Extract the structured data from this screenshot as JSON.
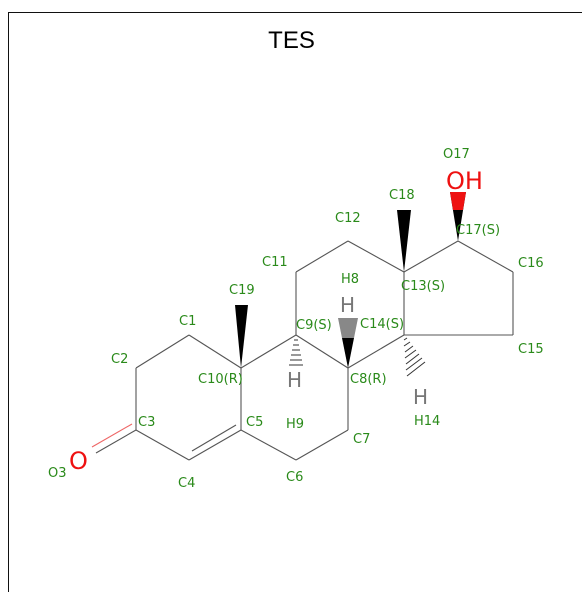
{
  "title": "TES",
  "colors": {
    "label": "#2a8a1a",
    "oxygen": "#ee1111",
    "hydrogen": "#777777",
    "bond": "#555555"
  },
  "atom_symbols": {
    "oh": "OH",
    "o3": "O",
    "h8": "H",
    "h9": "H",
    "h14": "H"
  },
  "labels": {
    "c1": "C1",
    "c2": "C2",
    "c3": "C3",
    "o3": "O3",
    "c4": "C4",
    "c5": "C5",
    "c6": "C6",
    "c7": "C7",
    "c8": "C8(R)",
    "c9": "C9(S)",
    "h9": "H9",
    "c10": "C10(R)",
    "c11": "C11",
    "c12": "C12",
    "c13": "C13(S)",
    "c14": "C14(S)",
    "h14": "H14",
    "c15": "C15",
    "c16": "C16",
    "c17": "C17(S)",
    "o17": "O17",
    "c18": "C18",
    "c19": "C19",
    "h8": "H8"
  }
}
